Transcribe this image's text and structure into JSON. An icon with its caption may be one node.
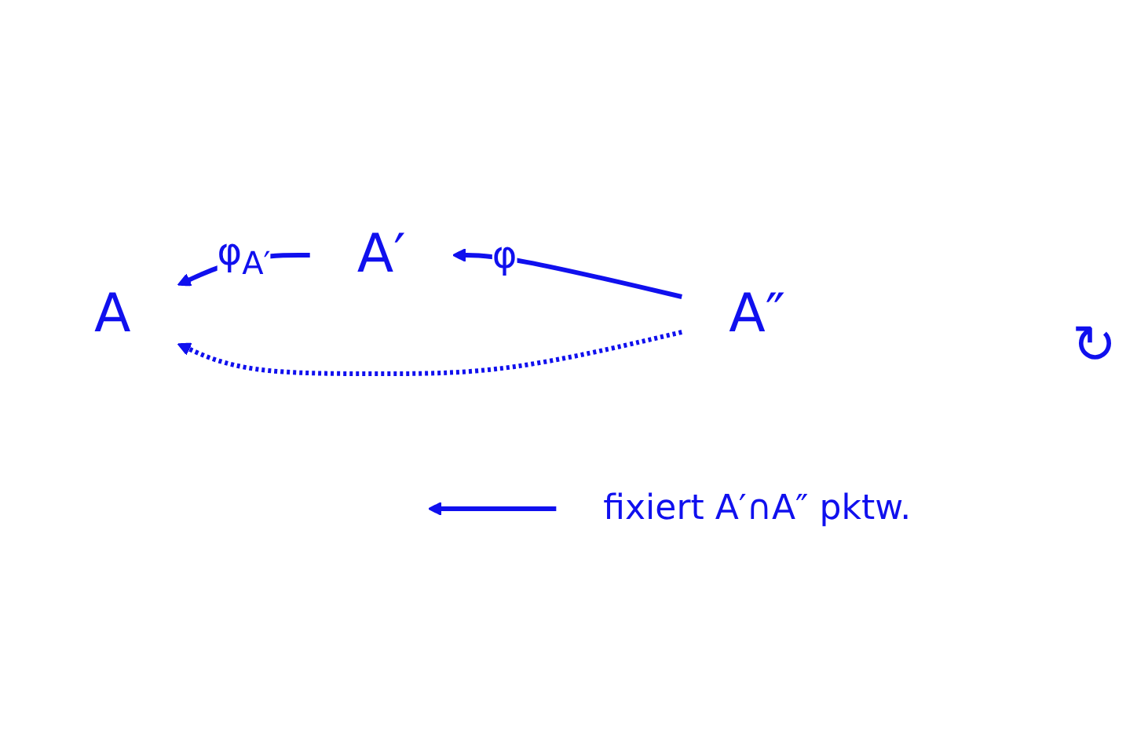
{
  "diagram": {
    "nodes": [
      {
        "text": [
          "A"
        ]
      },
      {
        "text": [
          "A′"
        ]
      },
      {
        "text": [
          "A″"
        ]
      },
      {
        "text": [
          "fixiert A′∩A″ pktw."
        ]
      }
    ],
    "edges": [
      {
        "from": 1,
        "to": 0,
        "arrow": "to",
        "label": "φ$_{A′}$"
      },
      {
        "from": 2,
        "to": 1,
        "arrow": "to",
        "label": "φ"
      },
      {
        "from": 2,
        "to": 0,
        "arrow": "to",
        "style": "dashed"
      },
      {
        "from": 3,
        "to": null,
        "arrow": "to"
      }
    ],
    "labels": [
      "↻"
    ]
  }
}
